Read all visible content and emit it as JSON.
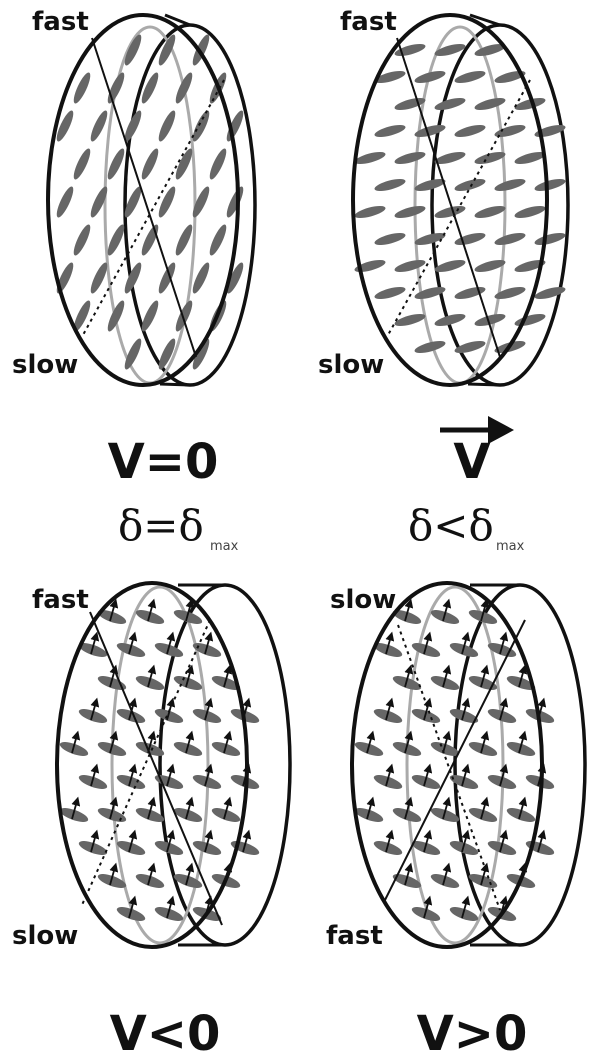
{
  "panels": [
    {
      "id": "p1",
      "top_label": "fast",
      "bottom_label": "slow",
      "orientation": "tilted-grey-ellipses",
      "arrows": false
    },
    {
      "id": "p2",
      "top_label": "fast",
      "bottom_label": "slow",
      "orientation": "horizontal-grey-ellipses",
      "arrows": false
    },
    {
      "id": "p3",
      "top_label": "fast",
      "bottom_label": "slow",
      "orientation": "molecules-with-up-arrows",
      "arrows": true
    },
    {
      "id": "p4",
      "top_label": "slow",
      "bottom_label": "fast",
      "orientation": "molecules-with-up-arrows",
      "arrows": true
    }
  ],
  "captions": {
    "p1_voltage": "V=0",
    "p1_delta_main": "δ=δ",
    "p1_delta_sub": "max",
    "p2_voltage": "V",
    "p2_delta_main": "δ<δ",
    "p2_delta_sub": "max",
    "p3_voltage": "V<0",
    "p4_voltage": "V>0"
  },
  "colors": {
    "outline": "#111111",
    "molecule": "#666666",
    "inner_ring": "#aaaaaa"
  },
  "icons": {
    "field_arrow": "right-arrow-icon",
    "molecule": "ellipse-molecule-icon",
    "dipole_arrow": "up-arrow-icon"
  }
}
